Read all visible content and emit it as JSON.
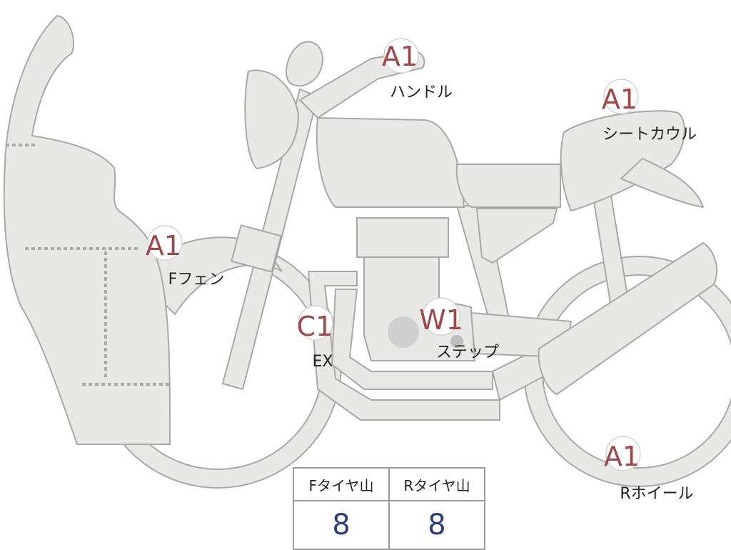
{
  "colors": {
    "badge_code": "#a04848",
    "part_fill": "#e8e8e6",
    "part_stroke": "#a8a8a6",
    "tread_value": "#2c3f7a"
  },
  "damage_marks": [
    {
      "code": "A1",
      "label": "ハンドル"
    },
    {
      "code": "A1",
      "label": "シートカウル"
    },
    {
      "code": "A1",
      "label": "Fフェン"
    },
    {
      "code": "C1",
      "label": "EX"
    },
    {
      "code": "W1",
      "label": "ステップ"
    },
    {
      "code": "A1",
      "label": "Rホイール"
    }
  ],
  "tire_tread": {
    "front_header": "Fタイヤ山",
    "rear_header": "Rタイヤ山",
    "front_value": "8",
    "rear_value": "8"
  }
}
